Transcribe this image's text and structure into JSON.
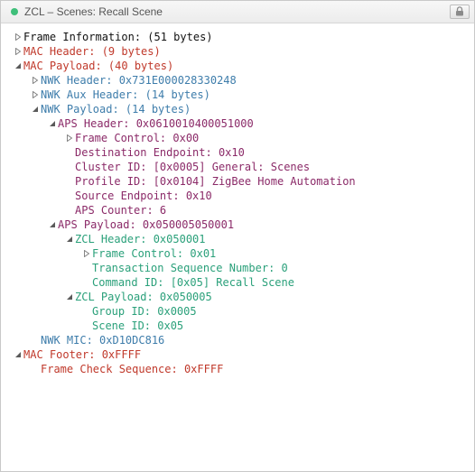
{
  "window": {
    "title": "ZCL – Scenes: Recall Scene",
    "status_color": "#3fbf7a"
  },
  "colors": {
    "frame": "#111111",
    "mac": "#c0392b",
    "nwk": "#3e7dab",
    "aps": "#8b2a68",
    "zcl": "#2aa07a"
  },
  "tree": [
    {
      "label": "Frame Information: (51 bytes)",
      "depth": 0,
      "toggle": "collapsed",
      "color": "black"
    },
    {
      "label": "MAC Header: (9 bytes)",
      "depth": 0,
      "toggle": "collapsed",
      "color": "red"
    },
    {
      "label": "MAC Payload: (40 bytes)",
      "depth": 0,
      "toggle": "expanded",
      "color": "red"
    },
    {
      "label": "NWK Header: 0x731E000028330248",
      "depth": 1,
      "toggle": "collapsed",
      "color": "blue"
    },
    {
      "label": "NWK Aux Header: (14 bytes)",
      "depth": 1,
      "toggle": "collapsed",
      "color": "blue"
    },
    {
      "label": "NWK Payload: (14 bytes)",
      "depth": 1,
      "toggle": "expanded",
      "color": "blue"
    },
    {
      "label": "APS Header: 0x0610010400051000",
      "depth": 2,
      "toggle": "expanded",
      "color": "purple"
    },
    {
      "label": "Frame Control: 0x00",
      "depth": 3,
      "toggle": "collapsed",
      "color": "purple"
    },
    {
      "label": "Destination Endpoint: 0x10",
      "depth": 3,
      "toggle": "none",
      "color": "purple"
    },
    {
      "label": "Cluster ID: [0x0005] General: Scenes",
      "depth": 3,
      "toggle": "none",
      "color": "purple"
    },
    {
      "label": "Profile ID: [0x0104] ZigBee Home Automation",
      "depth": 3,
      "toggle": "none",
      "color": "purple"
    },
    {
      "label": "Source Endpoint: 0x10",
      "depth": 3,
      "toggle": "none",
      "color": "purple"
    },
    {
      "label": "APS Counter: 6",
      "depth": 3,
      "toggle": "none",
      "color": "purple"
    },
    {
      "label": "APS Payload: 0x050005050001",
      "depth": 2,
      "toggle": "expanded",
      "color": "purple"
    },
    {
      "label": "ZCL Header: 0x050001",
      "depth": 3,
      "toggle": "expanded",
      "color": "green"
    },
    {
      "label": "Frame Control: 0x01",
      "depth": 4,
      "toggle": "collapsed",
      "color": "green"
    },
    {
      "label": "Transaction Sequence Number: 0",
      "depth": 4,
      "toggle": "none",
      "color": "green"
    },
    {
      "label": "Command ID: [0x05] Recall Scene",
      "depth": 4,
      "toggle": "none",
      "color": "green"
    },
    {
      "label": "ZCL Payload: 0x050005",
      "depth": 3,
      "toggle": "expanded",
      "color": "green"
    },
    {
      "label": "Group ID: 0x0005",
      "depth": 4,
      "toggle": "none",
      "color": "green"
    },
    {
      "label": "Scene ID: 0x05",
      "depth": 4,
      "toggle": "none",
      "color": "green"
    },
    {
      "label": "NWK MIC: 0xD10DC816",
      "depth": 1,
      "toggle": "none",
      "color": "blue"
    },
    {
      "label": "MAC Footer: 0xFFFF",
      "depth": 0,
      "toggle": "expanded",
      "color": "red"
    },
    {
      "label": "Frame Check Sequence: 0xFFFF",
      "depth": 1,
      "toggle": "none",
      "color": "red"
    }
  ]
}
